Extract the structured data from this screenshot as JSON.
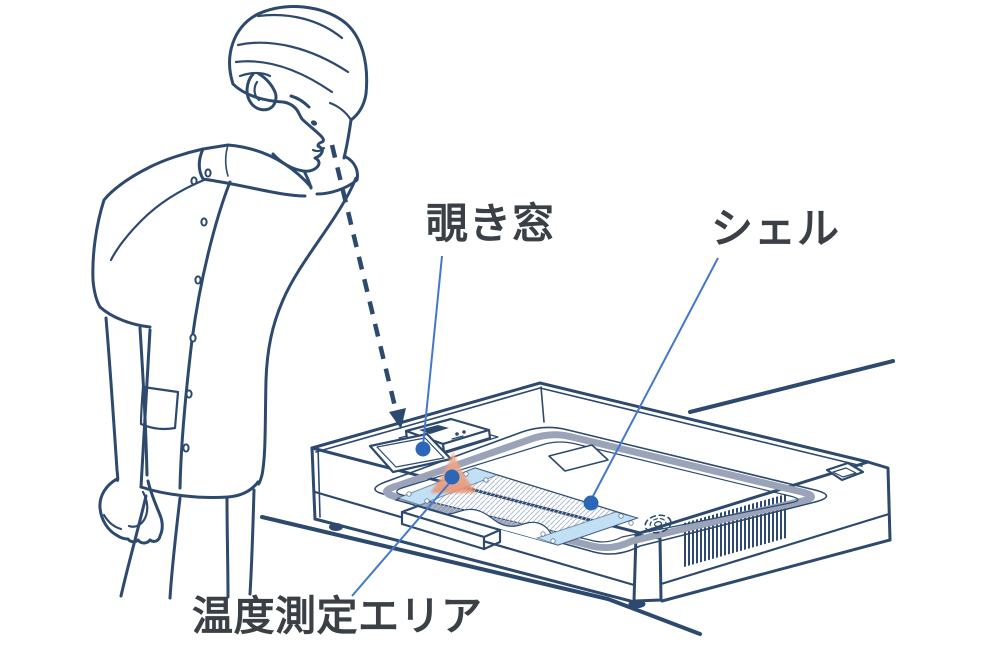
{
  "labels": {
    "viewing_window": "覗き窓",
    "shell": "シェル",
    "temperature_area": "温度測定エリア"
  },
  "colors": {
    "background": "#ffffff",
    "line": "#2d4a6e",
    "text": "#3b4046",
    "leader": "#4478cc",
    "dot": "#2b66b8",
    "frame_gray": "#9aa3b8",
    "light_blue": "#c2e0f4",
    "hatch": "#b0bccf",
    "orange_start": "#f3b093",
    "orange_end": "#ea9270"
  }
}
